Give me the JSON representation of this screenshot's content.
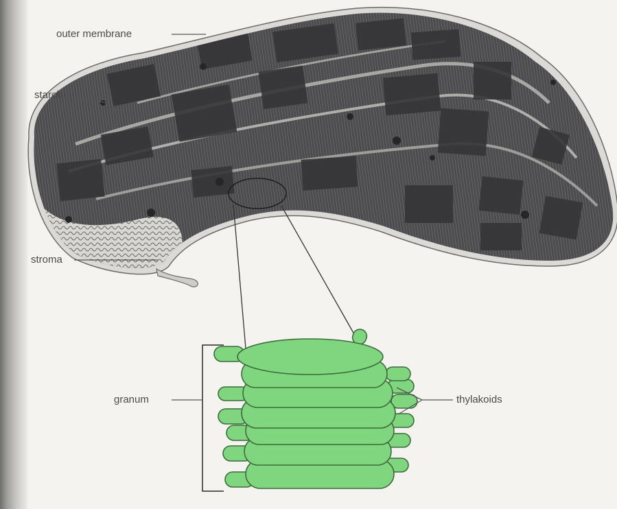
{
  "labels": {
    "outer_membrane": "outer membrane",
    "starch": "starch",
    "stroma": "stroma",
    "granum": "granum",
    "thylakoids": "thylakoids"
  },
  "colors": {
    "chloroplast_body": "#4a4a4c",
    "chloroplast_rim": "#dcdad6",
    "granum_green": "#7fd67f",
    "granum_outline": "#3b6b3b",
    "leader_line": "#555555"
  }
}
